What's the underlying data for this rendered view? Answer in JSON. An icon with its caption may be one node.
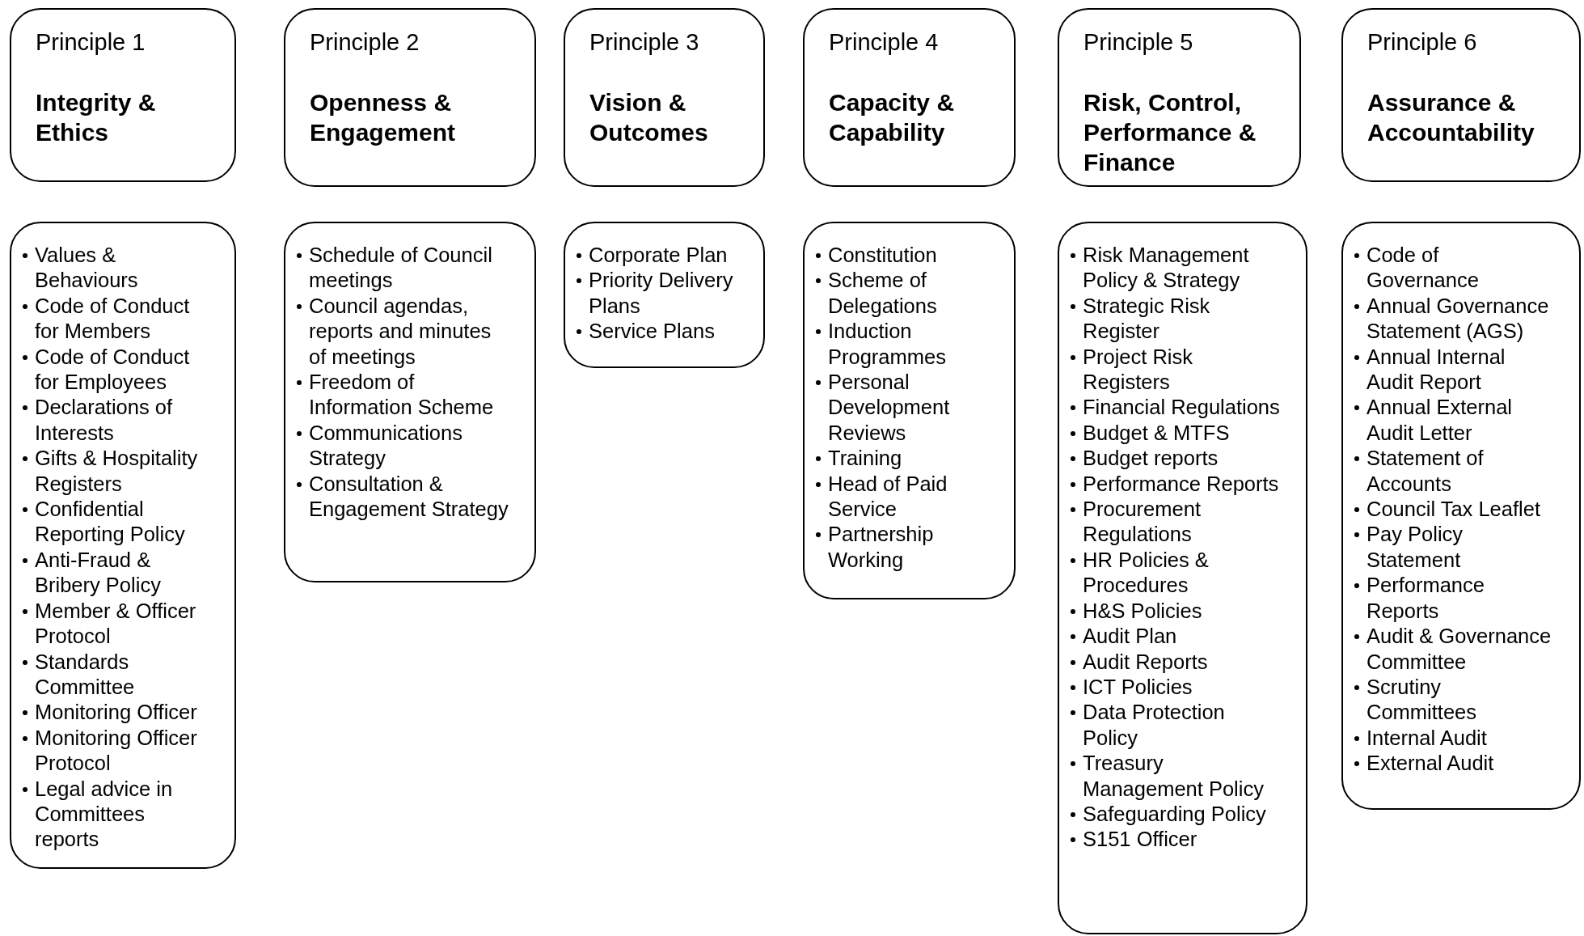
{
  "diagram": {
    "nodes": [
      {
        "text": [
          "Principle 1",
          "Integrity & Ethics"
        ]
      },
      {
        "text": [
          "Principle 2",
          "Openness & Engagement"
        ]
      },
      {
        "text": [
          "Principle 3",
          "Vision & Outcomes"
        ]
      },
      {
        "text": [
          "Principle 4",
          "Capacity & Capability"
        ]
      },
      {
        "text": [
          "Principle 5",
          "Risk, Control, Performance & Finance"
        ]
      },
      {
        "text": [
          "Principle 6",
          "Assurance & Accountability"
        ]
      },
      {
        "text": [
          "Values & Behaviours",
          "Code of Conduct for Members",
          "Code of Conduct for Employees",
          "Declarations of Interests",
          "Gifts & Hospitality Registers",
          "Confidential Reporting Policy",
          "Anti-Fraud & Bribery Policy",
          "Member & Officer Protocol",
          "Standards Committee",
          "Monitoring Officer",
          "Monitoring Officer Protocol",
          "Legal advice in Committees reports"
        ]
      },
      {
        "text": [
          "Schedule of Council meetings",
          "Council agendas, reports and minutes of meetings",
          "Freedom of Information Scheme",
          "Communications Strategy",
          "Consultation & Engagement Strategy"
        ]
      },
      {
        "text": [
          "Corporate Plan",
          "Priority Delivery Plans",
          "Service Plans"
        ]
      },
      {
        "text": [
          "Constitution",
          "Scheme of Delegations",
          "Induction Programmes",
          "Personal Development Reviews",
          "Training",
          "Head of Paid Service",
          "Partnership Working"
        ]
      },
      {
        "text": [
          "Risk Management Policy & Strategy",
          "Strategic Risk Register",
          "Project Risk Registers",
          "Financial Regulations",
          "Budget & MTFS",
          "Budget reports",
          "Performance Reports",
          "Procurement Regulations",
          "HR Policies & Procedures",
          "H&S Policies",
          "Audit Plan",
          "Audit Reports",
          "ICT Policies",
          "Data Protection Policy",
          "Treasury Management Policy",
          "Safeguarding Policy",
          "S151 Officer"
        ]
      },
      {
        "text": [
          "Code of Governance",
          "Annual Governance Statement (AGS)",
          "Annual Internal Audit Report",
          "Annual External Audit Letter",
          "Statement of Accounts",
          "Council Tax Leaflet",
          "Pay Policy Statement",
          "Performance Reports",
          "Audit & Governance Committee",
          "Scrutiny Committees",
          "Internal Audit",
          "External Audit"
        ]
      }
    ]
  }
}
